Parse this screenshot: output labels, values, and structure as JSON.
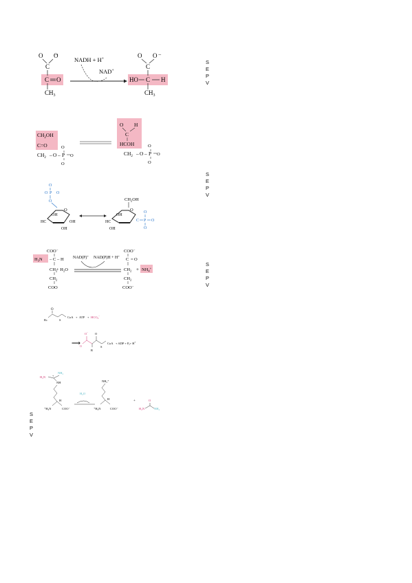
{
  "reaction1": {
    "left": {
      "coo": "O",
      "coo_charge": "−",
      "c_top": "C",
      "c_mid": "C",
      "c_mid_o": "O",
      "ch3": "CH",
      "ch3_sub": "3"
    },
    "cofactor_in": "NADH + H",
    "cofactor_in_sup": "+",
    "cofactor_out": "NAD",
    "cofactor_out_sup": "+",
    "right": {
      "coo": "O",
      "coo_charge": "−",
      "c_top": "C",
      "ho": "HO",
      "c_mid": "C",
      "h": "H",
      "ch3": "CH",
      "ch3_sub": "3"
    }
  },
  "reaction2": {
    "left": {
      "ch2oh": "CH",
      "ch2oh_sub": "2",
      "ch2oh_end": "OH",
      "co": "C=O",
      "ch2": "CH",
      "ch2_sub": "2",
      "o_link": "O",
      "p": "P",
      "o_top": "O",
      "o_right": "O",
      "o_bottom": "O",
      "charge": "−"
    },
    "right": {
      "o": "O",
      "h": "H",
      "c": "C",
      "hcoh": "HCOH",
      "ch2": "CH",
      "ch2_sub": "2",
      "o_link": "O",
      "p": "P",
      "o_top": "O",
      "o_right": "O",
      "o_bottom": "O",
      "charge": "−"
    }
  },
  "reaction3": {
    "left": {
      "o1": "O",
      "p": "P",
      "o2": "O",
      "o3": "O",
      "o4": "O",
      "ring_o": "O",
      "oh1": "OH",
      "oh2": "OH",
      "hc": "HC",
      "oh3": "OH"
    },
    "right": {
      "ch2oh": "CH",
      "ch2oh_sub": "2",
      "ch2oh_end": "OH",
      "ring_o": "O",
      "oh1": "OH",
      "hc": "HC",
      "oh3": "OH",
      "c": "C",
      "p": "P",
      "o1": "O",
      "o2": "O",
      "o3": "O"
    }
  },
  "reaction4": {
    "left": {
      "coo_top": "COO",
      "h3n": "H",
      "h3n_sub": "3",
      "h3n_end": "N",
      "c": "C",
      "h": "H",
      "ch2a": "CH",
      "ch2a_sub": "2",
      "ch2b": "CH",
      "ch2b_sub": "2",
      "coo_bot": "COO"
    },
    "water": "+ H",
    "water_sub": "2",
    "water_end": "O",
    "cofactor_in": "NAD(P)",
    "cofactor_in_sup": "+",
    "cofactor_out": "NAD(P)H + H",
    "cofactor_out_sup": "+",
    "right": {
      "coo_top": "COO",
      "c": "C",
      "o": "O",
      "ch2a": "CH",
      "ch2a_sub": "2",
      "ch2b": "CH",
      "ch2b_sub": "2",
      "coo_bot": "COO",
      "plus": "+",
      "nh4": "NH"
    }
  },
  "reaction5": {
    "top": {
      "r": "R",
      "c": "C",
      "o": "O",
      "s": "S",
      "coa": "CoA",
      "plus1": "+",
      "atp": "ATP",
      "plus2": "+",
      "hco3": "HCO"
    },
    "bottom": {
      "arrow": "⟶",
      "o_neg": "O",
      "c1": "C",
      "c2": "C",
      "o": "O",
      "r": "R",
      "s": "S",
      "coa": "CoA",
      "adp": "+ ADP + P",
      "pi_sub": "i",
      "h": "+ H"
    }
  },
  "reaction6": {
    "left": {
      "h2n": "H₂N",
      "nh2": "NH₂",
      "plus": "+",
      "nh": "NH",
      "h": "H",
      "h3n": "⁺H₃N",
      "coo": "COO⁻"
    },
    "water": "H₂O",
    "right": {
      "nh3": "NH₃⁺",
      "h": "H",
      "h3n": "⁺H₃N",
      "coo": "COO⁻",
      "plus": "+",
      "urea_h2n": "H₂N",
      "urea_nh2": "NH₂",
      "urea_o": "O"
    }
  },
  "side_labels": [
    [
      "S",
      "E",
      "P",
      "V"
    ],
    [
      "S",
      "E",
      "P",
      "V"
    ],
    [
      "S",
      "E",
      "P",
      "V"
    ],
    [
      "S",
      "E",
      "P",
      "V"
    ]
  ],
  "colors": {
    "highlight": "#f4b8c4",
    "blue": "#1e6fc8",
    "magenta": "#d0306e",
    "teal": "#4fb6c4"
  }
}
